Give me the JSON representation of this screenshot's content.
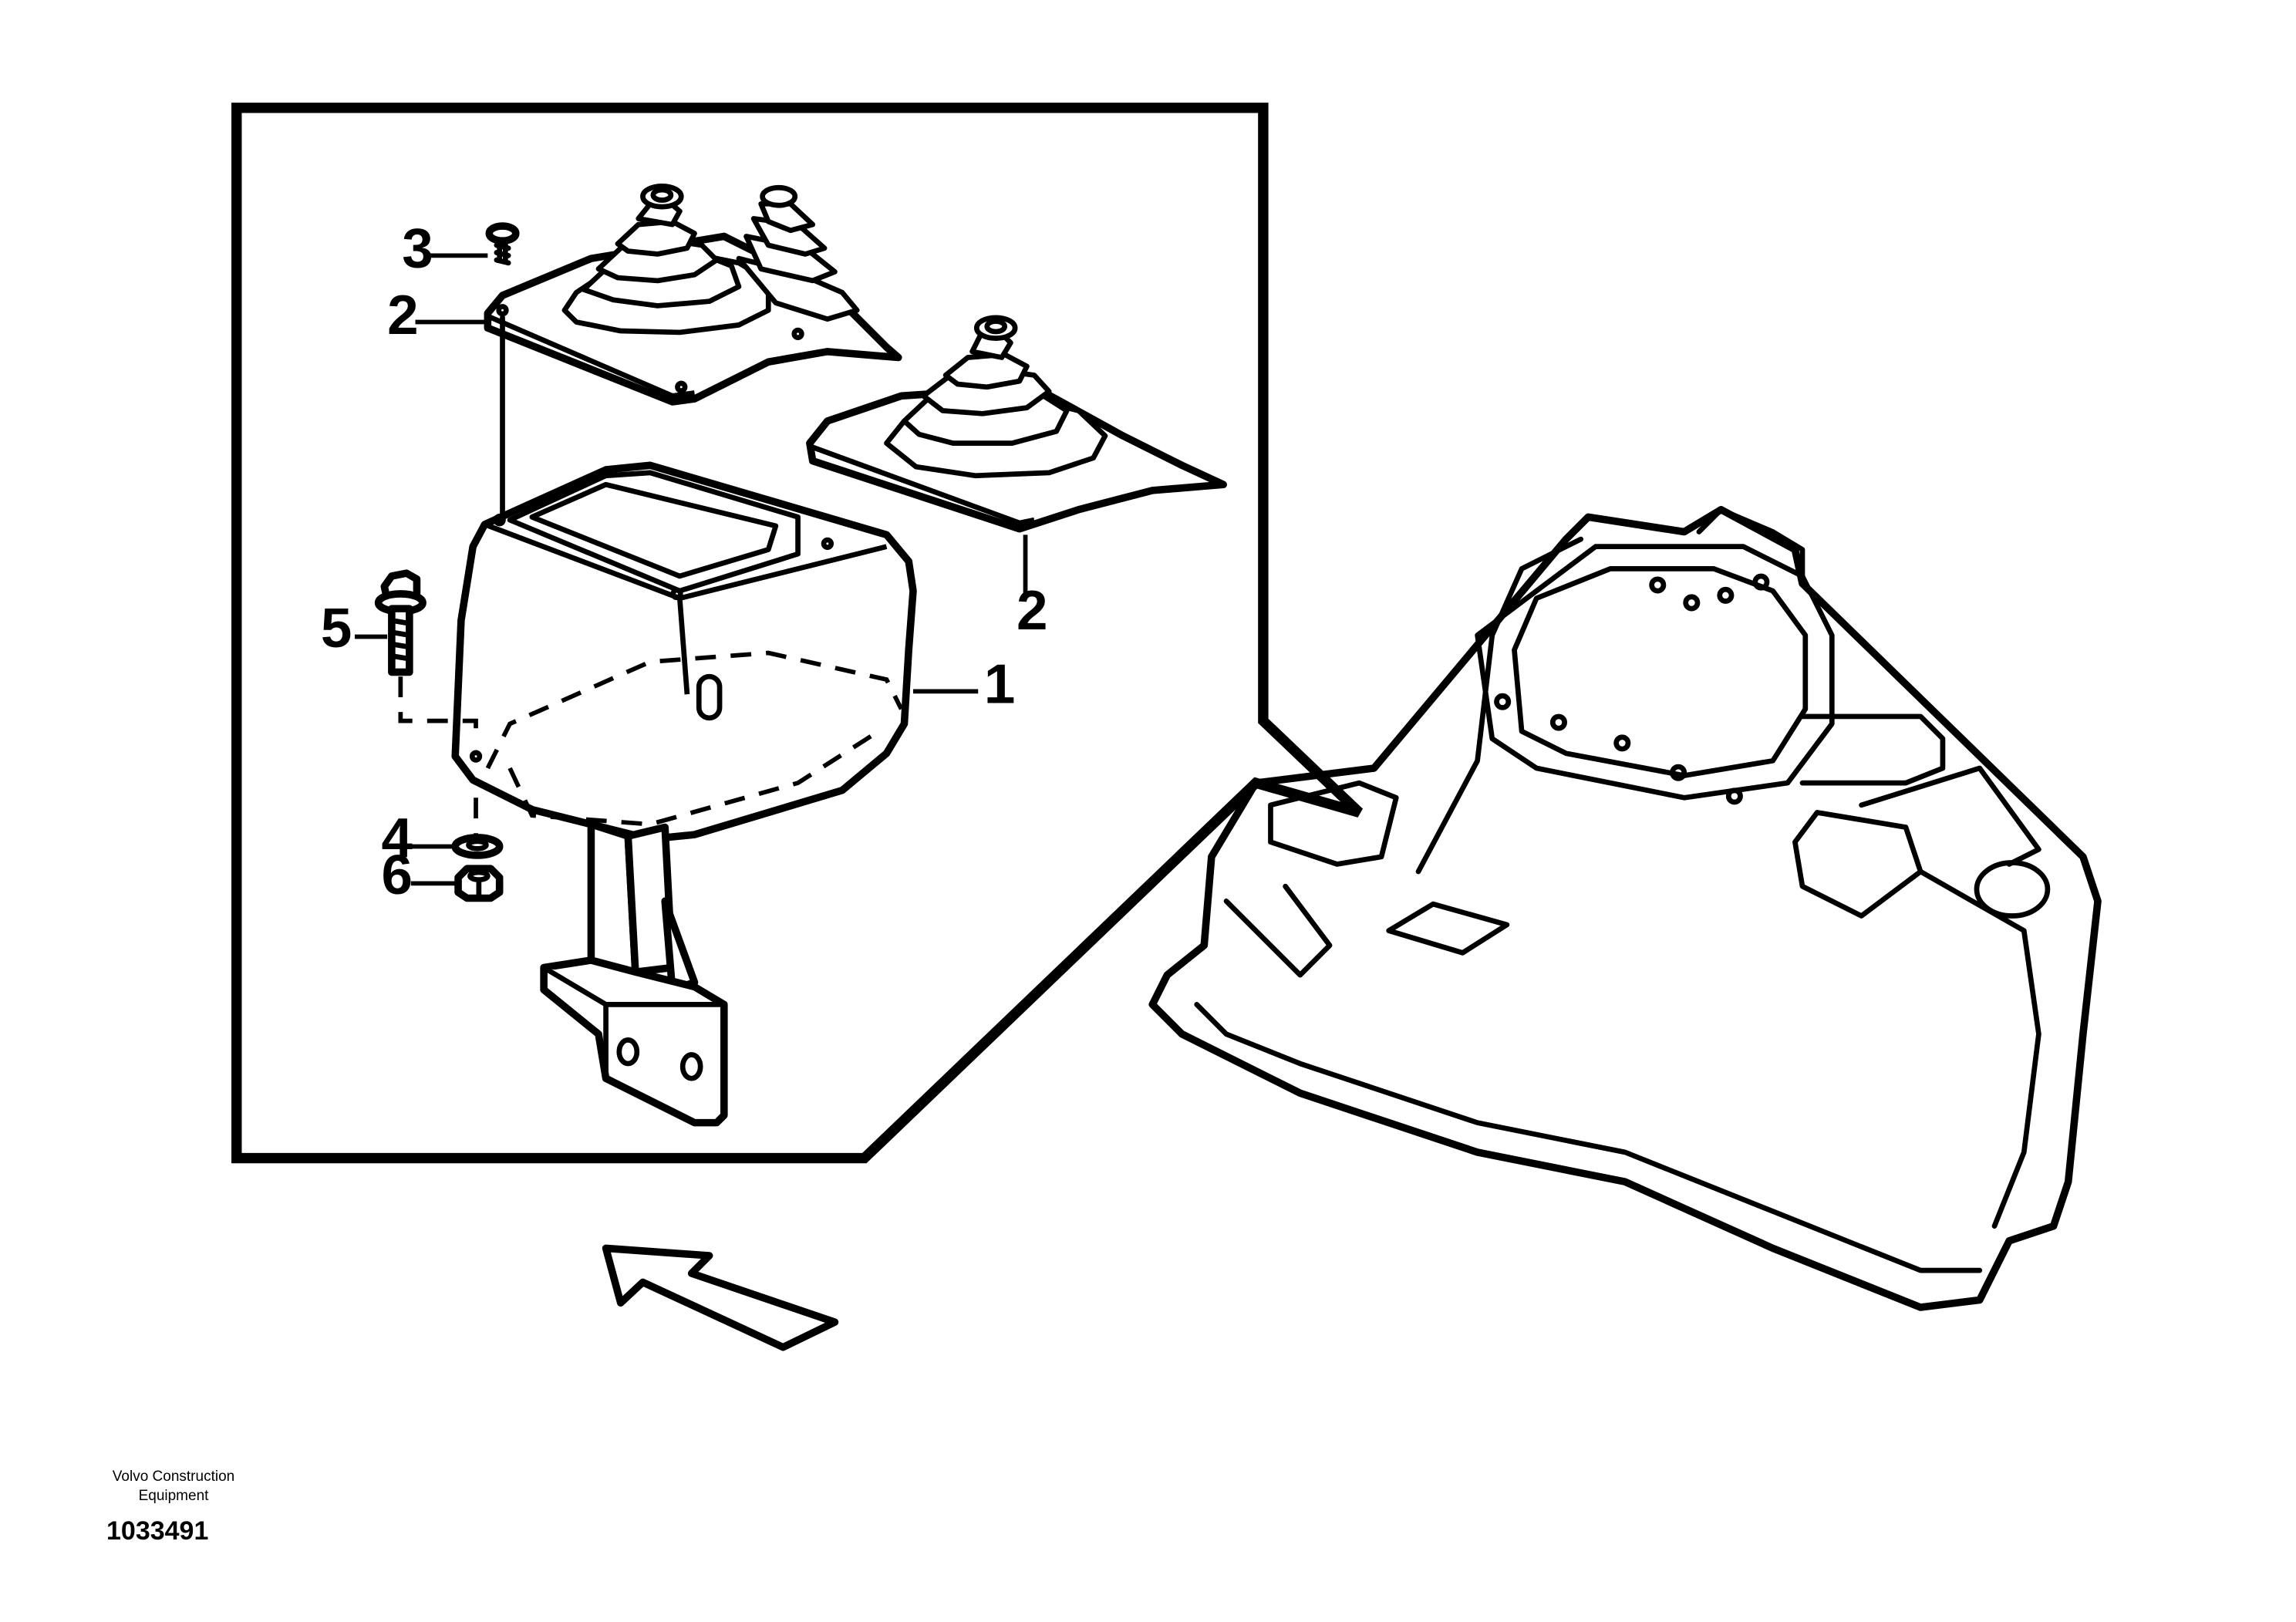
{
  "diagram": {
    "callouts": [
      {
        "id": "c1",
        "label": "1",
        "part": "control-console-cover"
      },
      {
        "id": "c2a",
        "label": "2",
        "part": "rubber-boot-double"
      },
      {
        "id": "c2b",
        "label": "2",
        "part": "rubber-boot-single"
      },
      {
        "id": "c3",
        "label": "3",
        "part": "rivet"
      },
      {
        "id": "c4",
        "label": "4",
        "part": "washer"
      },
      {
        "id": "c5",
        "label": "5",
        "part": "flange-screw"
      },
      {
        "id": "c6",
        "label": "6",
        "part": "nut"
      }
    ]
  },
  "footer": {
    "company_line1": "Volvo Construction",
    "company_line2": "Equipment",
    "reference_number": "1033491"
  }
}
